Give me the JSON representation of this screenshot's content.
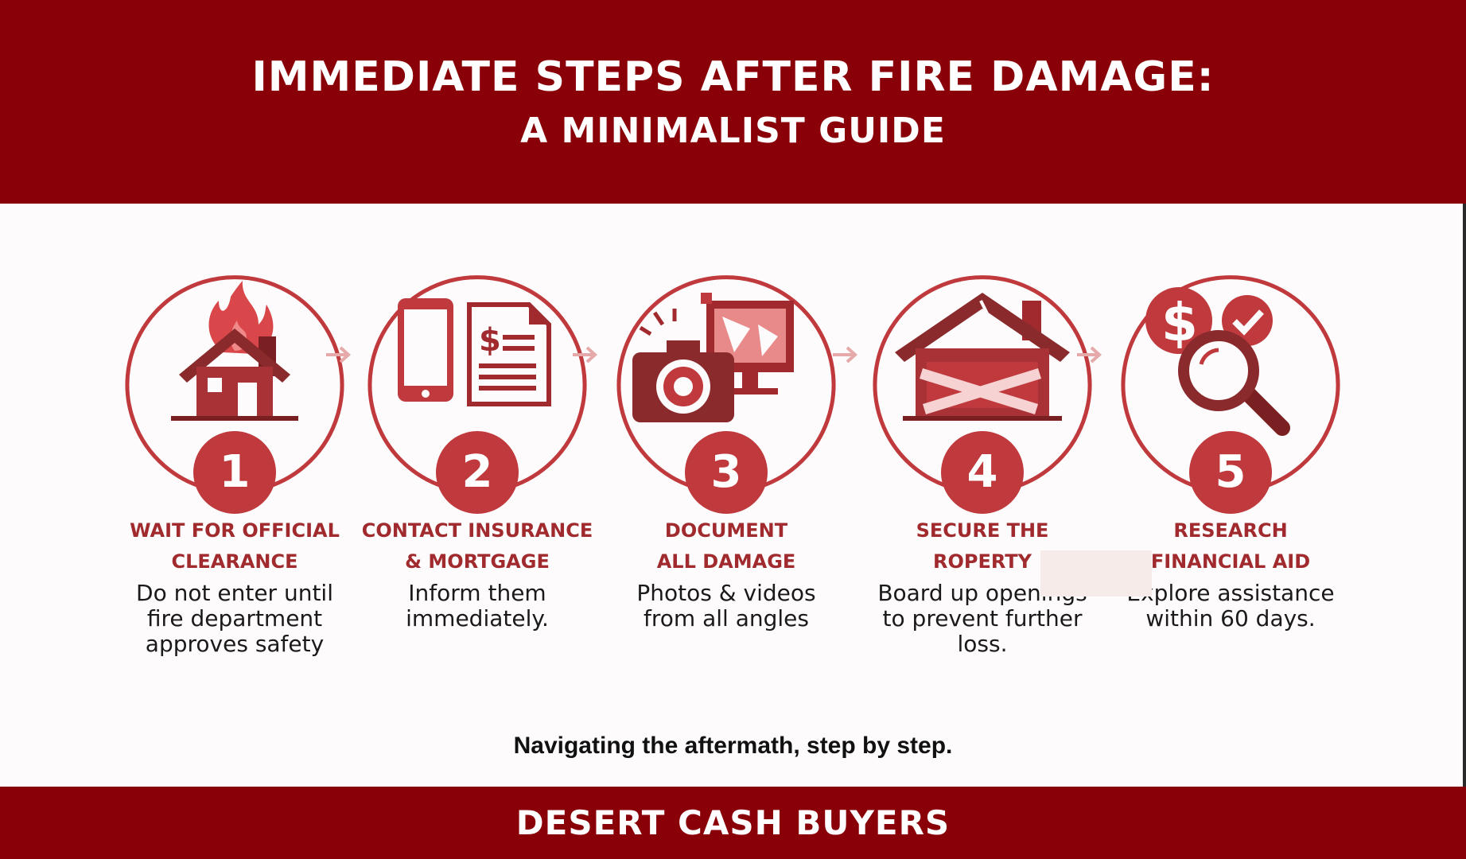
{
  "header": {
    "title": "IMMEDIATE STEPS AFTER FIRE DAMAGE:",
    "subtitle": "A MINIMALIST GUIDE"
  },
  "steps": [
    {
      "number": "1",
      "heading_line1": "WAIT FOR OFFICIAL",
      "heading_line2": "CLEARANCE",
      "desc_line1": "Do not enter until",
      "desc_line2": "fire department",
      "desc_line3": "approves safety",
      "icon": "burning-house-icon"
    },
    {
      "number": "2",
      "heading_line1": "CONTACT INSURANCE",
      "heading_line2": "& MORTGAGE",
      "desc_line1": "Inform them",
      "desc_line2": "immediately.",
      "desc_line3": "",
      "icon": "phone-document-icon"
    },
    {
      "number": "3",
      "heading_line1": "DOCUMENT",
      "heading_line2": "ALL DAMAGE",
      "desc_line1": "Photos & videos",
      "desc_line2": "from all angles",
      "desc_line3": "",
      "icon": "camera-screen-icon"
    },
    {
      "number": "4",
      "heading_line1": "SECURE THE",
      "heading_line2": "ROPERTY",
      "desc_line1": "Board up openings",
      "desc_line2": "to prevent further",
      "desc_line3": "loss.",
      "icon": "boarded-house-icon"
    },
    {
      "number": "5",
      "heading_line1": "RESEARCH",
      "heading_line2": "FINANCIAL AID",
      "desc_line1": "Explore assistance",
      "desc_line2": "within 60 days.",
      "desc_line3": "",
      "icon": "money-search-icon"
    }
  ],
  "tagline": "Navigating the aftermath, step by step.",
  "footer": {
    "brand": "DESERT CASH BUYERS"
  },
  "colors": {
    "primary": "#8a0008",
    "accent": "#c0393d",
    "heading": "#a02a2e",
    "dark": "#7a1f22"
  }
}
